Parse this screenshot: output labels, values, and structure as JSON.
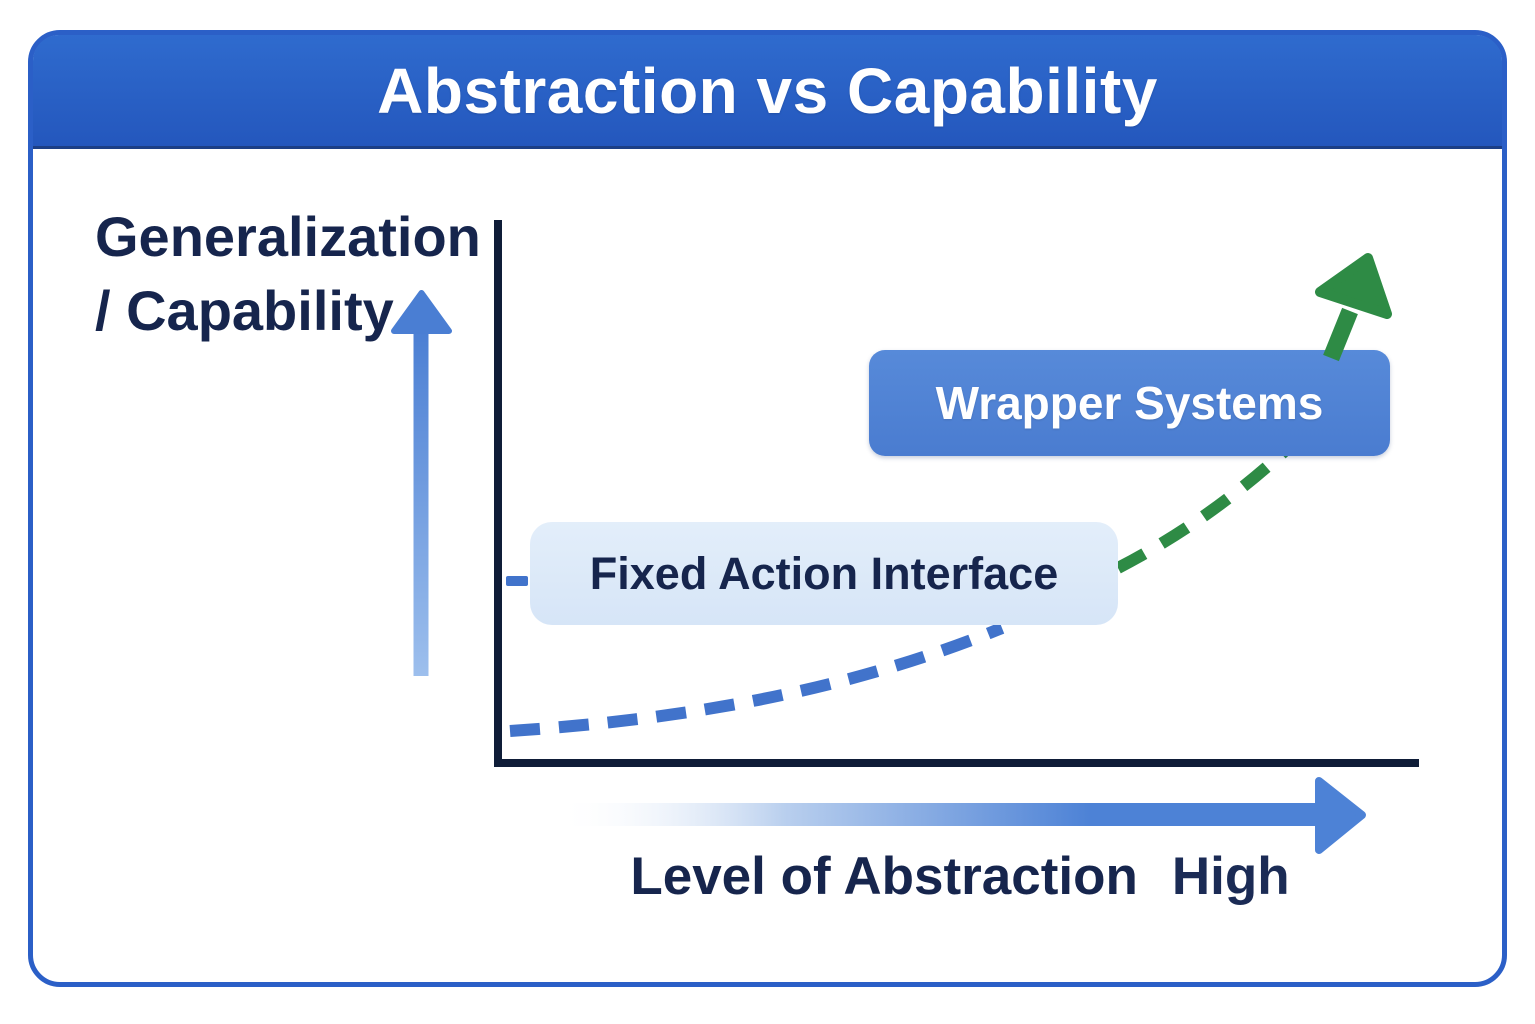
{
  "header": {
    "title": "Abstraction vs Capability"
  },
  "y_axis": {
    "label_line1": "Generalization",
    "label_line2": "/ Capability"
  },
  "x_axis": {
    "label": "Level of Abstraction",
    "high_label": "High"
  },
  "boxes": {
    "wrapper": {
      "label": "Wrapper Systems"
    },
    "fixed": {
      "label": "Fixed Action Interface"
    }
  },
  "icons": {
    "up_arrow": "y-axis direction arrow (up)",
    "right_arrow": "x-axis direction arrow (right, gradient)",
    "growth_arrow": "green rising trajectory arrow"
  },
  "colors": {
    "banner_blue": "#2a63c8",
    "card_border_blue": "#2b5fc7",
    "navy_text": "#16254d",
    "axis_navy": "#0f1d38",
    "curve_blue": "#4173cb",
    "curve_green": "#2e8b45",
    "wrapper_box_blue": "#5083d4",
    "fixed_box_light_blue": "#dce9f8",
    "gradient_arrow_blue": "#4d82d6"
  },
  "chart_data": {
    "type": "line",
    "title": "Abstraction vs Capability",
    "xlabel": "Level of Abstraction",
    "ylabel": "Generalization / Capability",
    "x_axis_end_label": "High",
    "axes_quantitative": false,
    "grid": false,
    "legend_position": "none (inline labeled boxes)",
    "series": [
      {
        "name": "Fixed Action Interface",
        "color": "#4173cb",
        "style": "dashed",
        "x_norm": [
          0.01,
          0.2,
          0.35,
          0.47,
          0.55
        ],
        "y_norm": [
          0.06,
          0.09,
          0.14,
          0.2,
          0.25
        ]
      },
      {
        "name": "Wrapper Systems",
        "color": "#2e8b45",
        "style": "dashed, ending in solid upward arrow",
        "x_norm": [
          0.67,
          0.78,
          0.87,
          0.92,
          0.95
        ],
        "y_norm": [
          0.36,
          0.47,
          0.6,
          0.75,
          0.93
        ]
      }
    ],
    "annotations": [
      {
        "label": "Wrapper Systems",
        "type": "solid blue rounded box, white text, over green curve"
      },
      {
        "label": "Fixed Action Interface",
        "type": "light blue rounded box, navy text, over blue curve"
      },
      {
        "label": "small blue tick on y-axis at Fixed Action Interface level"
      }
    ]
  }
}
